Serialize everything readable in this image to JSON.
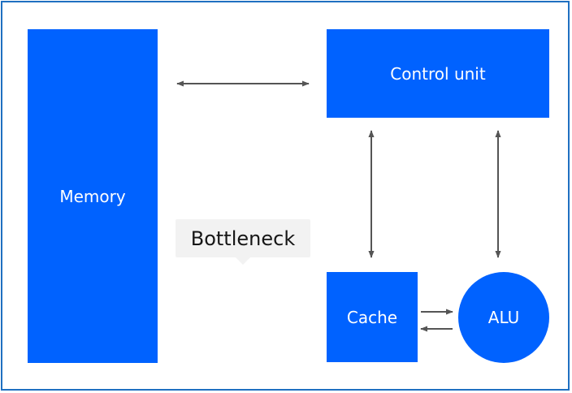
{
  "diagram": {
    "blocks": {
      "memory": "Memory",
      "control_unit": "Control unit",
      "cache": "Cache",
      "alu": "ALU"
    },
    "tooltip": "Bottleneck",
    "colors": {
      "block": "#0062ff",
      "frame": "#1f70c1",
      "arrow": "#555555",
      "tooltip_bg": "#f2f2f2"
    },
    "edges": [
      {
        "from": "memory",
        "to": "control_unit",
        "direction": "both"
      },
      {
        "from": "control_unit",
        "to": "cache",
        "direction": "both"
      },
      {
        "from": "control_unit",
        "to": "alu",
        "direction": "both"
      },
      {
        "from": "cache",
        "to": "alu",
        "direction": "forward"
      },
      {
        "from": "alu",
        "to": "cache",
        "direction": "forward"
      }
    ]
  }
}
